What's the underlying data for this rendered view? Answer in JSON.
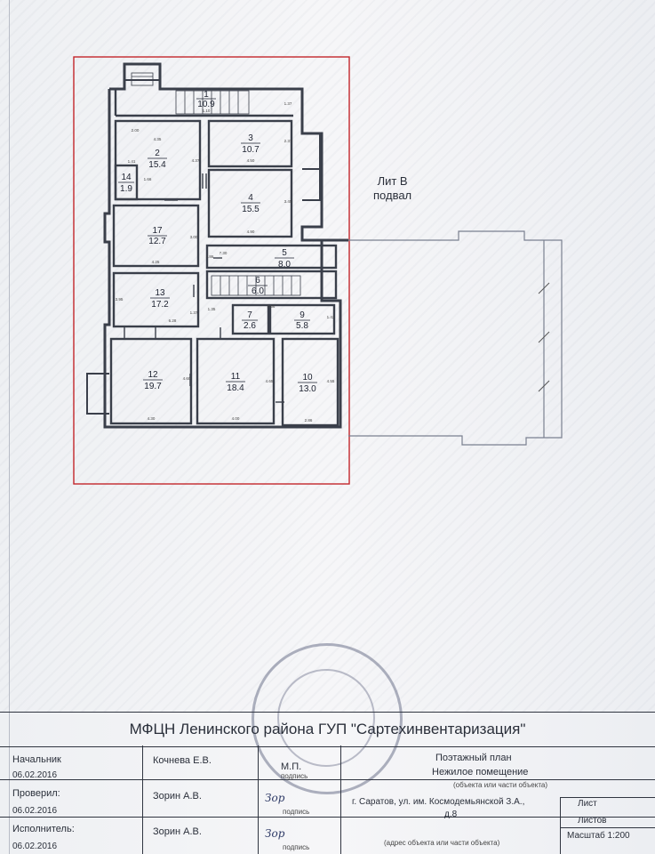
{
  "lit_label": "Лит В",
  "floor_label": "подвал",
  "rooms": [
    {
      "no": "1",
      "area": "10.9"
    },
    {
      "no": "2",
      "area": "15.4"
    },
    {
      "no": "3",
      "area": "10.7"
    },
    {
      "no": "4",
      "area": "15.5"
    },
    {
      "no": "5",
      "area": "8.0"
    },
    {
      "no": "6",
      "area": "6.0"
    },
    {
      "no": "7",
      "area": "2.6"
    },
    {
      "no": "9",
      "area": "5.8"
    },
    {
      "no": "10",
      "area": "13.0"
    },
    {
      "no": "11",
      "area": "18.4"
    },
    {
      "no": "12",
      "area": "19.7"
    },
    {
      "no": "13",
      "area": "17.2"
    },
    {
      "no": "14",
      "area": "1.9"
    },
    {
      "no": "17",
      "area": "12.7"
    }
  ],
  "dimensions": [
    "2.00",
    "4.35",
    "4.37",
    "4.50",
    "2.37",
    "1.41",
    "1.66",
    "3.45",
    "4.90",
    "3.00",
    "4.25",
    "7.30",
    "2.86",
    "3.95",
    "6.28",
    "1.35",
    "1.37",
    "3.56",
    "1.42",
    "4.30",
    "4.60",
    "4.00",
    "4.65",
    "2.86",
    "4.55",
    "1.37",
    "1.10"
  ],
  "title_block": {
    "organization": "МФЦН Ленинского района ГУП \"Сартехинвентаризация\"",
    "roles": [
      {
        "role": "Начальник",
        "date": "06.02.2016",
        "name": "Кочнева Е.В."
      },
      {
        "role": "Проверил:",
        "date": "06.02.2016",
        "name": "Зорин А.В."
      },
      {
        "role": "Исполнитель:",
        "date": "06.02.2016",
        "name": "Зорин А.В."
      }
    ],
    "seal_label": "М.П.",
    "signature_caption": "подпись",
    "plan_type": "Поэтажный план",
    "object_name": "Нежилое помещение",
    "object_caption": "(объекта или части объекта)",
    "address_line1": "г. Саратов, ул. им. Космодемьянской З.А.,",
    "address_line2": "д.8",
    "address_caption": "(адрес объекта или части объекта)",
    "sheet_label": "Лист",
    "sheets_label": "Листов",
    "scale_label": "Масштаб 1:200"
  }
}
